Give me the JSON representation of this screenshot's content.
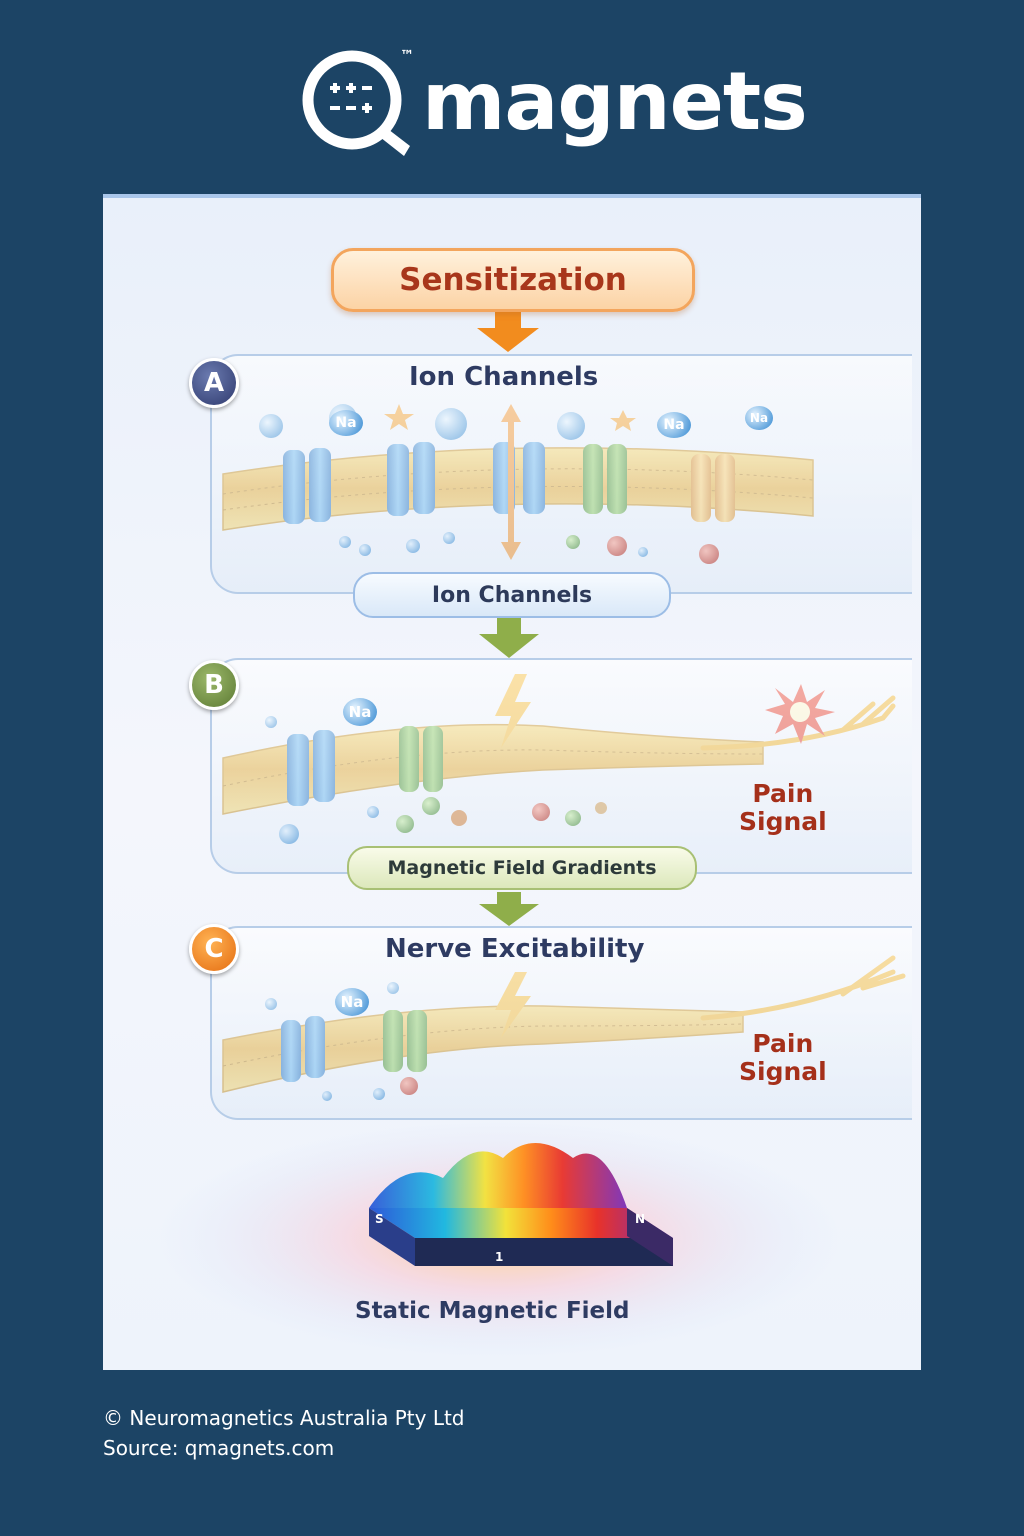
{
  "brand": {
    "name": "magnets",
    "trademark": "™",
    "icon": "q-magnet-logo-icon"
  },
  "diagram": {
    "top_label": "Sensitization",
    "sections": [
      {
        "badge": "A",
        "title": "Ion Channels",
        "ion_label": "Na"
      },
      {
        "badge": "B",
        "title": "",
        "ion_label": "Na",
        "signal": [
          "Pain",
          "Signal"
        ]
      },
      {
        "badge": "C",
        "title": "Nerve Excitability",
        "ion_label": "Na",
        "signal": [
          "Pain",
          "Signal"
        ]
      }
    ],
    "connectors": [
      "Ion Channels",
      "Magnetic Field Gradients"
    ],
    "magnet": {
      "label": "Static Magnetic Field",
      "pole_s": "S",
      "pole_n": "N",
      "tick": "1"
    },
    "colors": {
      "background": "#1c4465",
      "membrane": "#f2c23c",
      "channel_blue": "#3a8fd6",
      "channel_green": "#5aa63a",
      "channel_orange": "#f0a32a",
      "arrow_orange": "#f28c1e",
      "arrow_green": "#8fae4a",
      "pain_text": "#a5301a"
    }
  },
  "footer": {
    "copyright": "© Neuromagnetics Australia Pty Ltd",
    "source": "Source: qmagnets.com"
  }
}
